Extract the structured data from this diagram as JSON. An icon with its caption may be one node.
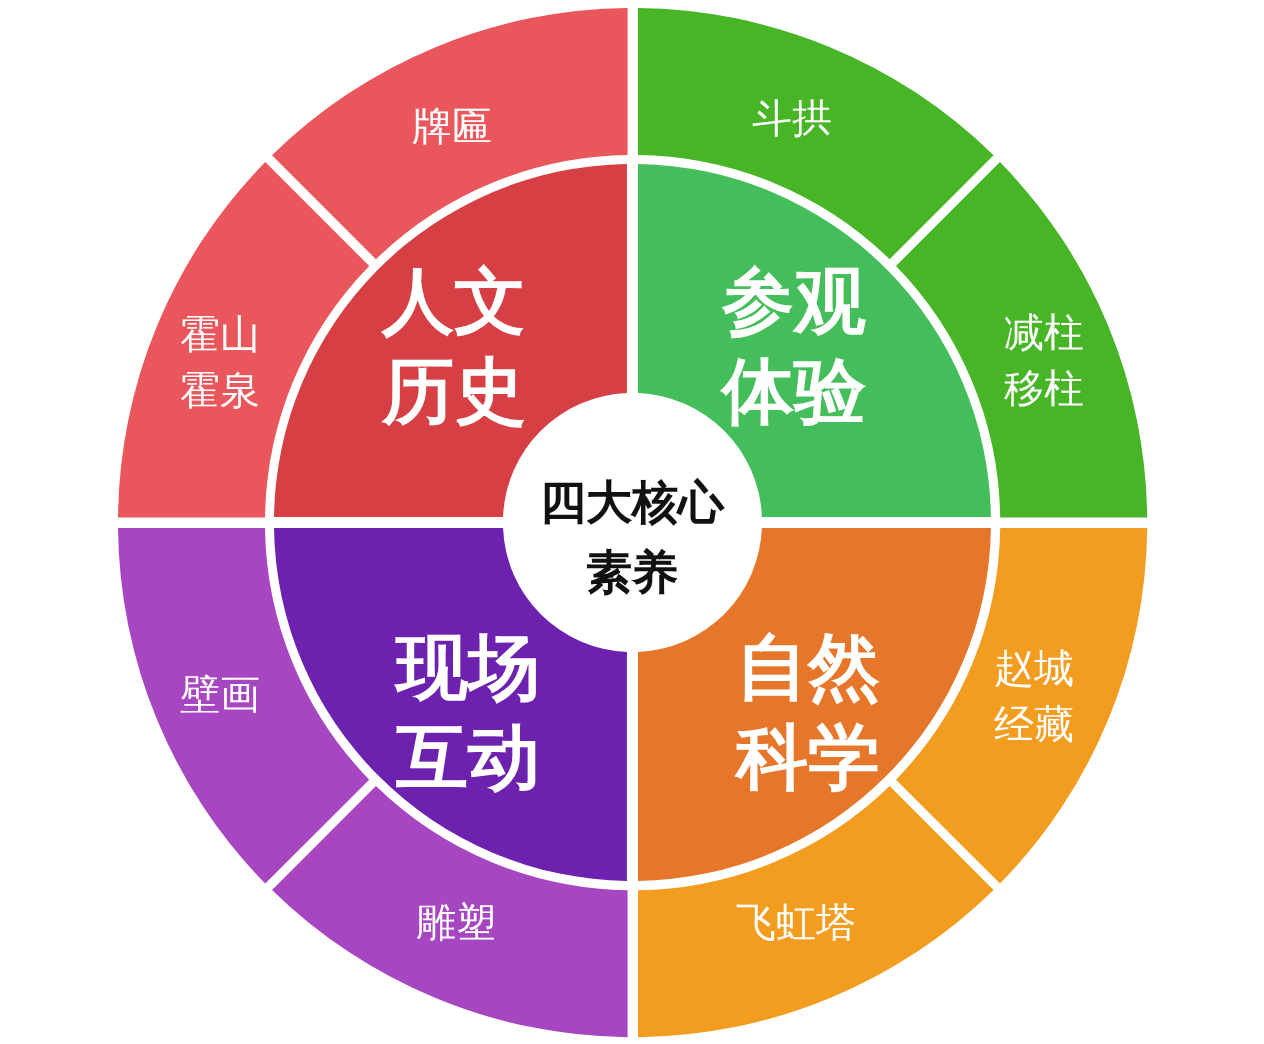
{
  "diagram": {
    "nodes": [
      {
        "text": [
          "四大核心素养"
        ]
      },
      {
        "text": [
          "人文历史"
        ]
      },
      {
        "text": [
          "参观体验"
        ]
      },
      {
        "text": [
          "现场互动"
        ]
      },
      {
        "text": [
          "自然科学"
        ]
      },
      {
        "text": [
          "牌匾"
        ]
      },
      {
        "text": [
          "霍山霍泉"
        ]
      },
      {
        "text": [
          "斗拱"
        ]
      },
      {
        "text": [
          "减柱移柱"
        ]
      },
      {
        "text": [
          "赵城经藏"
        ]
      },
      {
        "text": [
          "飞虹塔"
        ]
      },
      {
        "text": [
          "雕塑"
        ]
      },
      {
        "text": [
          "壁画"
        ]
      }
    ]
  }
}
